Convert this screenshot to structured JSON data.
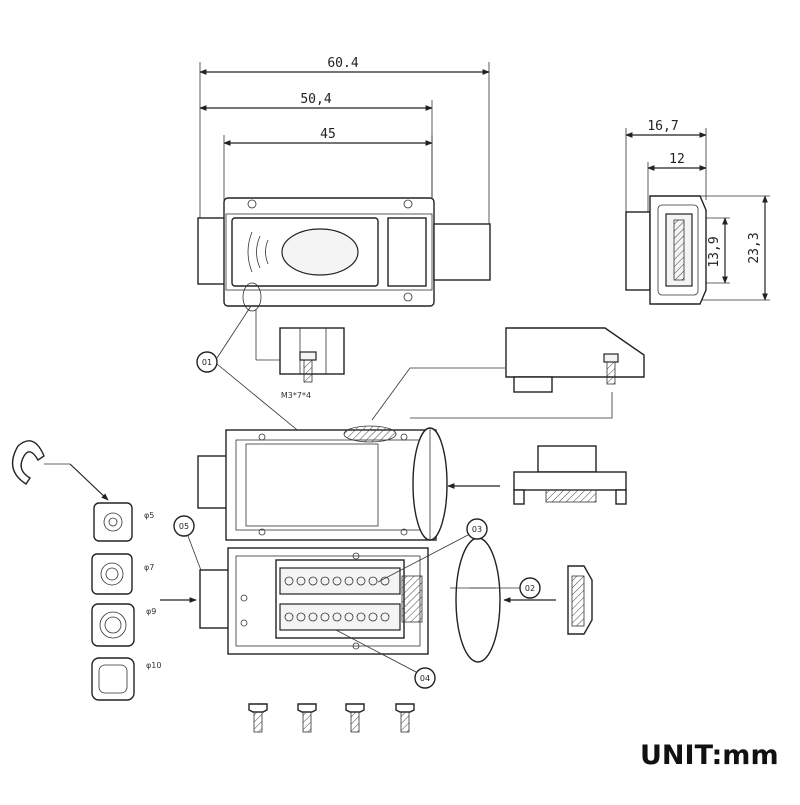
{
  "dimensions": {
    "top_overall": "60.4",
    "top_middle": "50,4",
    "top_inner": "45",
    "side_width_outer": "16,7",
    "side_width_inner": "12",
    "side_height_inner": "13,9",
    "side_height_outer": "23,3"
  },
  "screw_spec": "M3*7*4",
  "callouts": [
    "01",
    "02",
    "03",
    "04",
    "05"
  ],
  "grommet_sizes": [
    "φ5",
    "φ7",
    "φ9",
    "φ10"
  ],
  "unit_label": "UNIT:mm"
}
